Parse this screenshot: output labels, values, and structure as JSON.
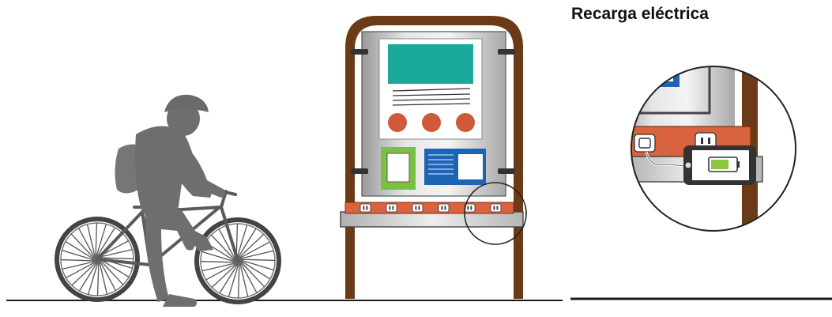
{
  "title": "Recarga eléctrica",
  "colors": {
    "frame_brown": "#6b3a17",
    "panel_steel": "#b7b7b7",
    "screen_teal": "#1aa89a",
    "button_orange": "#cf5a3a",
    "strip_orange": "#d9633f",
    "card_green": "#7cc043",
    "card_blue": "#1f63b3",
    "phone_dark": "#333333",
    "battery_green": "#8dc63f",
    "cyclist_gray": "#6e6e6e",
    "ground": "#1a1a1a"
  },
  "icons": {
    "cyclist": "cyclist-illustration",
    "station": "charging-station",
    "magnifier": "zoom-circle",
    "phone": "smartphone-charging",
    "battery": "battery-icon",
    "outlet": "power-outlet-icon"
  },
  "station": {
    "outlet_count": 6
  }
}
